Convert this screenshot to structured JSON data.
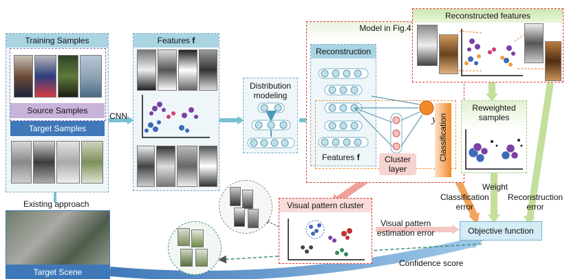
{
  "training": {
    "title": "Training Samples",
    "source": "Source Samples",
    "target": "Target Samples"
  },
  "features": {
    "title": "Features",
    "bold": "f"
  },
  "cnn": "CNN",
  "distribution": {
    "line1": "Distribution",
    "line2": "modeling"
  },
  "model": {
    "title": "Model in Fig.4",
    "reconstruction": "Reconstruction",
    "features_label": "Features",
    "features_bold": "f",
    "cluster_line1": "Cluster",
    "cluster_line2": "layer",
    "classification": "Classification",
    "y": "y"
  },
  "reconstructed": {
    "title": "Reconstructed features"
  },
  "reweighted": {
    "line1": "Reweighted",
    "line2": "samples"
  },
  "visual": {
    "title": "Visual pattern cluster"
  },
  "labels": {
    "weight": "Weight",
    "classification_error_1": "Classification",
    "classification_error_2": "error",
    "reconstruction_error_1": "Reconstruction",
    "reconstruction_error_2": "error",
    "vp_error_1": "Visual pattern",
    "vp_error_2": "estimation error",
    "confidence": "Confidence score",
    "existing": "Existing approach"
  },
  "objective": "Objective function",
  "target_scene": "Target Scene",
  "colors": {
    "teal": "#6fb6c9",
    "blue_bar": "#3f78b9",
    "purple": "#c8b3da",
    "red": "#e0342d",
    "green": "#7db64b",
    "orange": "#f28a2a"
  }
}
